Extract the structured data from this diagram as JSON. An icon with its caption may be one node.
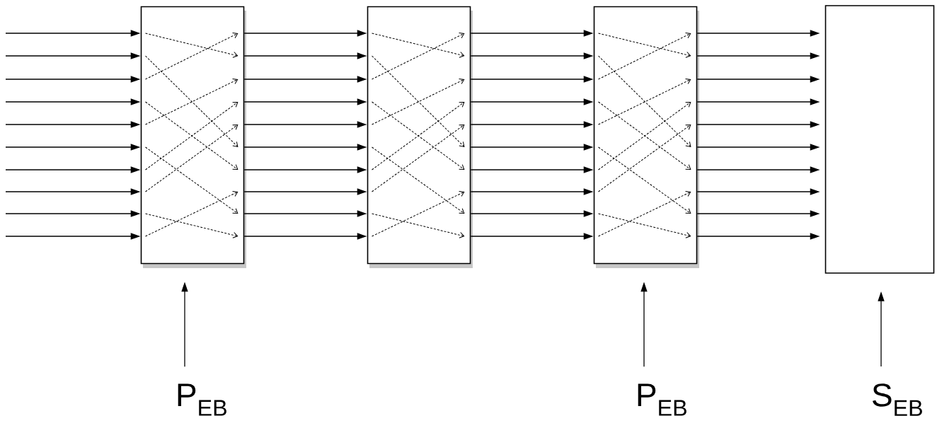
{
  "diagram": {
    "nodes": [
      {
        "text": [],
        "shape": "box"
      },
      {
        "text": [],
        "shape": "box"
      },
      {
        "text": [],
        "shape": "box"
      },
      {
        "text": [],
        "shape": "box"
      },
      {
        "text": [
          "P$_{EB}$"
        ]
      },
      {
        "text": [
          "P$_{EB}$"
        ]
      },
      {
        "text": [
          "S$_{EB}$"
        ]
      }
    ],
    "edges": [
      {
        "from": null,
        "to": 0,
        "arrow": "to"
      },
      {
        "from": null,
        "to": 0,
        "arrow": "to"
      },
      {
        "from": null,
        "to": 0,
        "arrow": "to"
      },
      {
        "from": null,
        "to": 0,
        "arrow": "to"
      },
      {
        "from": null,
        "to": 0,
        "arrow": "to"
      },
      {
        "from": null,
        "to": 0,
        "arrow": "to"
      },
      {
        "from": null,
        "to": 0,
        "arrow": "to"
      },
      {
        "from": null,
        "to": 0,
        "arrow": "to"
      },
      {
        "from": null,
        "to": 0,
        "arrow": "to"
      },
      {
        "from": null,
        "to": 0,
        "arrow": "to"
      },
      {
        "from": 0,
        "to": 1,
        "arrow": "to"
      },
      {
        "from": 0,
        "to": 1,
        "arrow": "to"
      },
      {
        "from": 0,
        "to": 1,
        "arrow": "to"
      },
      {
        "from": 0,
        "to": 1,
        "arrow": "to"
      },
      {
        "from": 0,
        "to": 1,
        "arrow": "to"
      },
      {
        "from": 0,
        "to": 1,
        "arrow": "to"
      },
      {
        "from": 0,
        "to": 1,
        "arrow": "to"
      },
      {
        "from": 0,
        "to": 1,
        "arrow": "to"
      },
      {
        "from": 0,
        "to": 1,
        "arrow": "to"
      },
      {
        "from": 0,
        "to": 1,
        "arrow": "to"
      },
      {
        "from": 1,
        "to": 2,
        "arrow": "to"
      },
      {
        "from": 1,
        "to": 2,
        "arrow": "to"
      },
      {
        "from": 1,
        "to": 2,
        "arrow": "to"
      },
      {
        "from": 1,
        "to": 2,
        "arrow": "to"
      },
      {
        "from": 1,
        "to": 2,
        "arrow": "to"
      },
      {
        "from": 1,
        "to": 2,
        "arrow": "to"
      },
      {
        "from": 1,
        "to": 2,
        "arrow": "to"
      },
      {
        "from": 1,
        "to": 2,
        "arrow": "to"
      },
      {
        "from": 1,
        "to": 2,
        "arrow": "to"
      },
      {
        "from": 1,
        "to": 2,
        "arrow": "to"
      },
      {
        "from": 2,
        "to": 3,
        "arrow": "to"
      },
      {
        "from": 2,
        "to": 3,
        "arrow": "to"
      },
      {
        "from": 2,
        "to": 3,
        "arrow": "to"
      },
      {
        "from": 2,
        "to": 3,
        "arrow": "to"
      },
      {
        "from": 2,
        "to": 3,
        "arrow": "to"
      },
      {
        "from": 2,
        "to": 3,
        "arrow": "to"
      },
      {
        "from": 2,
        "to": 3,
        "arrow": "to"
      },
      {
        "from": 2,
        "to": 3,
        "arrow": "to"
      },
      {
        "from": 2,
        "to": 3,
        "arrow": "to"
      },
      {
        "from": 2,
        "to": 3,
        "arrow": "to"
      },
      {
        "from": 4,
        "to": 0,
        "arrow": "to"
      },
      {
        "from": 5,
        "to": 2,
        "arrow": "to"
      },
      {
        "from": 6,
        "to": 3,
        "arrow": "to"
      }
    ]
  }
}
